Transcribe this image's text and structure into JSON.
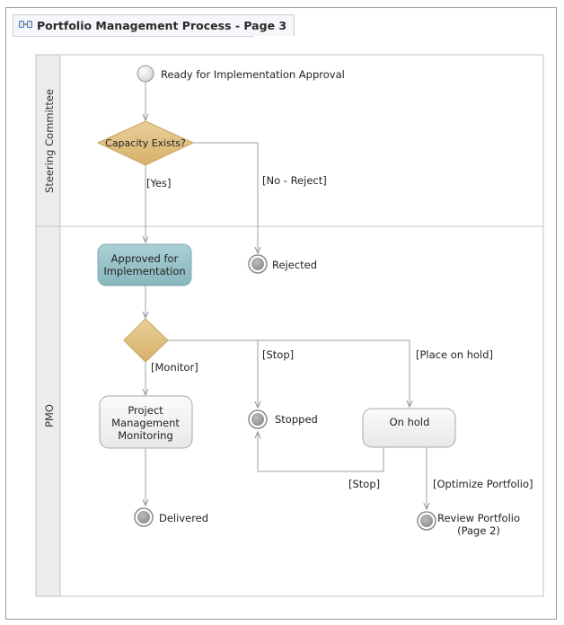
{
  "tab": {
    "title": "Portfolio Management Process - Page 3",
    "icon": "process-diagram-icon"
  },
  "lanes": {
    "top": "Steering Committee",
    "bottom": "PMO"
  },
  "nodes": {
    "start": "Ready for Implementation Approval",
    "decision_capacity": "Capacity Exists?",
    "approved_line1": "Approved for",
    "approved_line2": "Implementation",
    "rejected": "Rejected",
    "pm_line1": "Project",
    "pm_line2": "Management",
    "pm_line3": "Monitoring",
    "stopped": "Stopped",
    "on_hold": "On hold",
    "delivered": "Delivered",
    "review_line1": "Review Portfolio",
    "review_line2": "(Page 2)"
  },
  "edges": {
    "yes": "[Yes]",
    "no_reject": "[No - Reject]",
    "monitor": "[Monitor]",
    "stop_top": "[Stop]",
    "place_on_hold": "[Place on hold]",
    "stop_bottom": "[Stop]",
    "optimize": "[Optimize Portfolio]"
  },
  "colors": {
    "decision": "#e0c07a",
    "approved": "#98c2c8",
    "activity": "#f3f3f3",
    "lane_header": "#ececec",
    "line": "#9aa0a8"
  }
}
